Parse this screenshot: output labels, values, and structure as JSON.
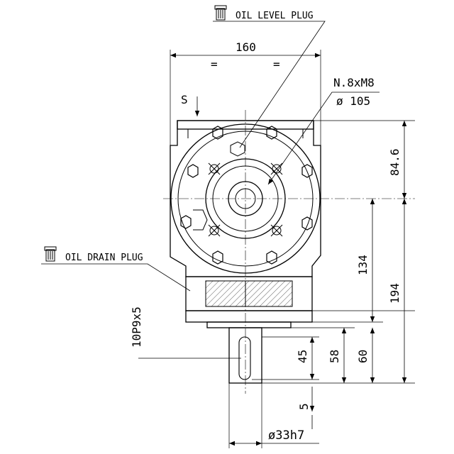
{
  "callouts": {
    "oil_level_plug": "OIL LEVEL PLUG",
    "oil_drain_plug": "OIL DRAIN PLUG",
    "bolt_spec": "N.8xM8",
    "bolt_circle": "ø 105",
    "input_side": "S",
    "keyway": "10P9x5"
  },
  "dimensions": {
    "width": "160",
    "equal_left": "=",
    "equal_right": "=",
    "top_to_center": "84.6",
    "center_to_flange": "134",
    "center_to_base": "194",
    "key_length": "45",
    "key_offset": "58",
    "shaft_length": "60",
    "key_end_gap": "5",
    "shaft_diameter": "ø33h7"
  }
}
